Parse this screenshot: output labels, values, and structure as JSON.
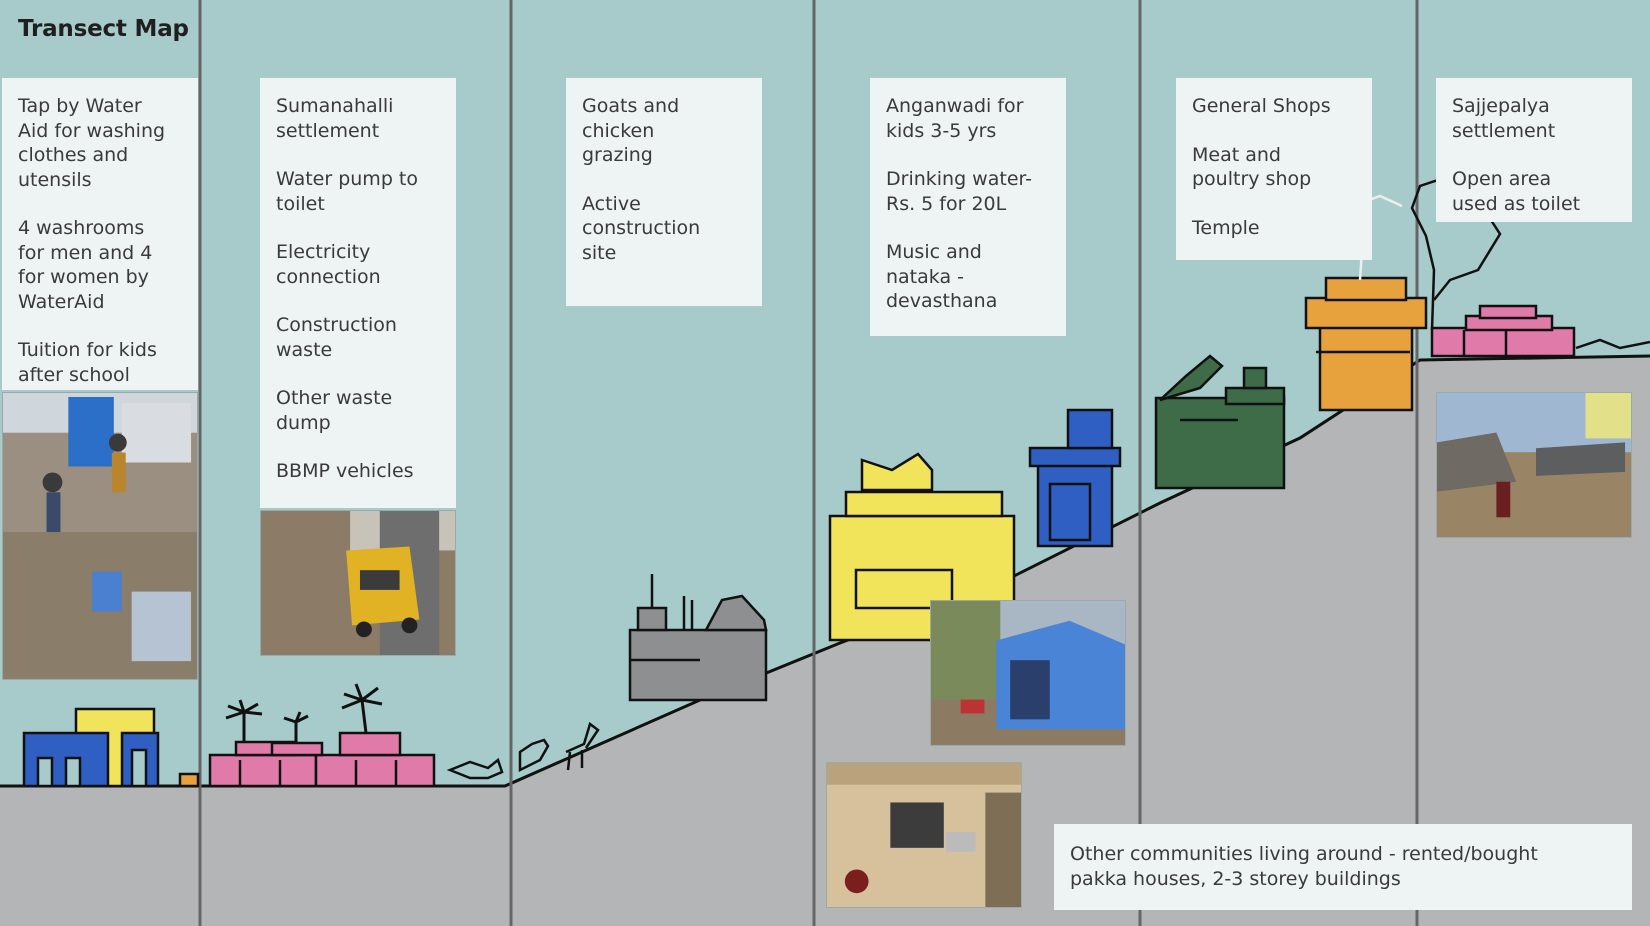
{
  "title": "Transect Map",
  "columns": [
    {
      "items": [
        "Tap by Water\nAid for washing\nclothes and\nutensils",
        "4 washrooms\nfor men and 4\nfor women by\nWaterAid",
        "Tuition for kids\nafter school"
      ]
    },
    {
      "items": [
        "Sumanahalli\nsettlement",
        "Water pump to\ntoilet",
        "Electricity\nconnection",
        "Construction\nwaste",
        "Other waste\ndump",
        "BBMP vehicles"
      ]
    },
    {
      "items": [
        "Goats and\nchicken\ngrazing",
        "Active\nconstruction\nsite"
      ]
    },
    {
      "items": [
        "Anganwadi for\nkids 3-5 yrs",
        "Drinking water-\nRs. 5 for 20L",
        "Music and\nnataka -\ndevasthana"
      ]
    },
    {
      "items": [
        "General Shops",
        "Meat and\npoultry shop",
        "Temple"
      ]
    },
    {
      "items": [
        "Sajjepalya\nsettlement",
        "Open area\nused as toilet"
      ]
    }
  ],
  "note": "Other communities living around - rented/bought\npakka houses, 2-3 storey buildings",
  "colors": {
    "sky": "#a6cbca",
    "ground": "#b4b5b7",
    "card": "#eef3f4",
    "blue": "#2f5fc2",
    "yellow": "#f1e45a",
    "pink": "#e07aa8",
    "green": "#3e6b48",
    "orange": "#e7a23d",
    "grey_building": "#8e8f91"
  }
}
